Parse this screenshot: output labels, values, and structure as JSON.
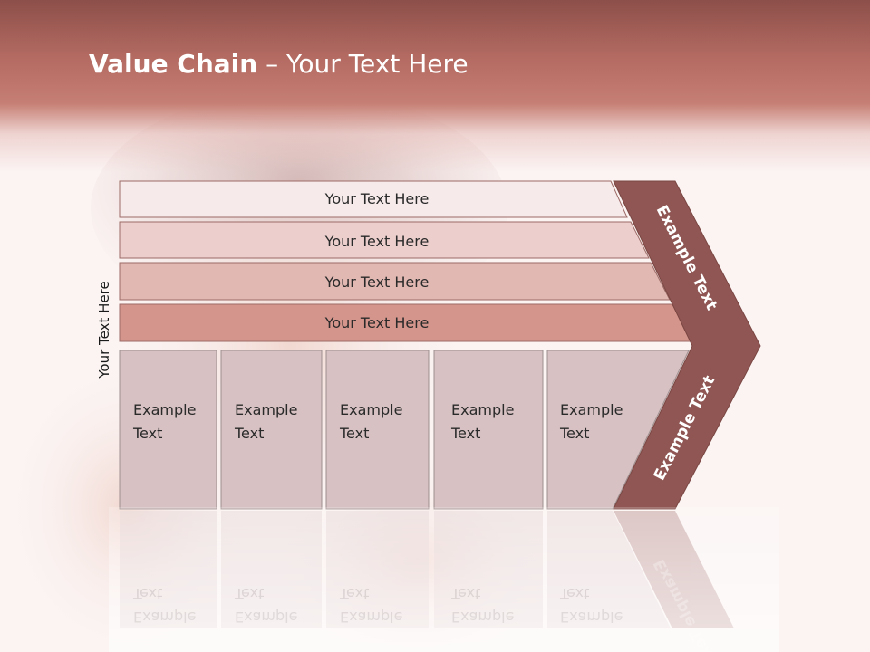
{
  "title": {
    "bold": "Value Chain",
    "rest": " – Your Text Here"
  },
  "side_label": "Your Text Here",
  "rows": [
    {
      "label": "Your Text Here",
      "fill": "#f6eaea"
    },
    {
      "label": "Your Text Here",
      "fill": "#eccfcd"
    },
    {
      "label": "Your Text Here",
      "fill": "#e2b8b2"
    },
    {
      "label": "Your Text Here",
      "fill": "#d4958c"
    }
  ],
  "boxes": [
    {
      "line1": "Example",
      "line2": "Text"
    },
    {
      "line1": "Example",
      "line2": "Text"
    },
    {
      "line1": "Example",
      "line2": "Text"
    },
    {
      "line1": "Example",
      "line2": "Text"
    },
    {
      "line1": "Example",
      "line2": "Text"
    }
  ],
  "chevron": {
    "upper_label": "Example Text",
    "lower_label": "Example Text",
    "fill": "#8f5653"
  },
  "colors": {
    "header": "#b56c63",
    "box_fill": "#d7c1c2",
    "row_stroke": "#9c6a66"
  }
}
